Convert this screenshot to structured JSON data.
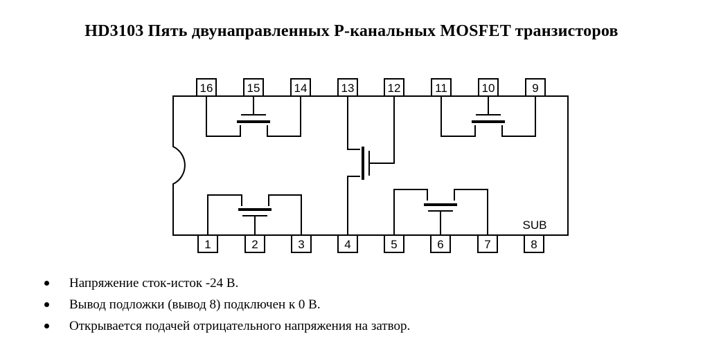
{
  "title": "HD3103 Пять двунаправленных P-канальных MOSFET транзисторов",
  "pins_top": [
    "16",
    "15",
    "14",
    "13",
    "12",
    "11",
    "10",
    "9"
  ],
  "pins_bottom": [
    "1",
    "2",
    "3",
    "4",
    "5",
    "6",
    "7",
    "8"
  ],
  "sub_label": "SUB",
  "notes": [
    "Напряжение сток-исток -24 В.",
    "Вывод подложки (вывод 8) подключен к 0 В.",
    "Открывается подачей отрицательного напряжения на затвор."
  ]
}
